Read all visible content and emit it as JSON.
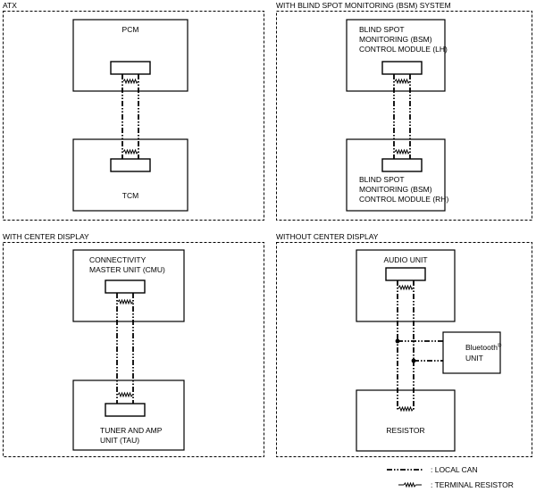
{
  "panels": {
    "atx": {
      "title": "ATX",
      "top_unit": [
        "PCM"
      ],
      "bottom_unit": [
        "TCM"
      ]
    },
    "bsm": {
      "title": "WITH BLIND SPOT MONITORING (BSM) SYSTEM",
      "top_unit": [
        "BLIND SPOT",
        "MONITORING (BSM)",
        "CONTROL MODULE (LH)"
      ],
      "bottom_unit": [
        "BLIND SPOT",
        "MONITORING (BSM)",
        "CONTROL MODULE (RH)"
      ]
    },
    "center_display": {
      "title": "WITH CENTER DISPLAY",
      "top_unit": [
        "CONNECTIVITY",
        "MASTER UNIT (CMU)"
      ],
      "bottom_unit": [
        "TUNER AND AMP",
        "UNIT (TAU)"
      ]
    },
    "no_center_display": {
      "title": "WITHOUT CENTER DISPLAY",
      "top_unit": [
        "AUDIO UNIT"
      ],
      "side_unit": [
        "Bluetooth",
        "UNIT"
      ],
      "side_unit_mark": "©",
      "bottom_unit": [
        "RESISTOR"
      ]
    }
  },
  "legend": {
    "local_can": ": LOCAL CAN",
    "terminal_resistor": ": TERMINAL RESISTOR"
  }
}
